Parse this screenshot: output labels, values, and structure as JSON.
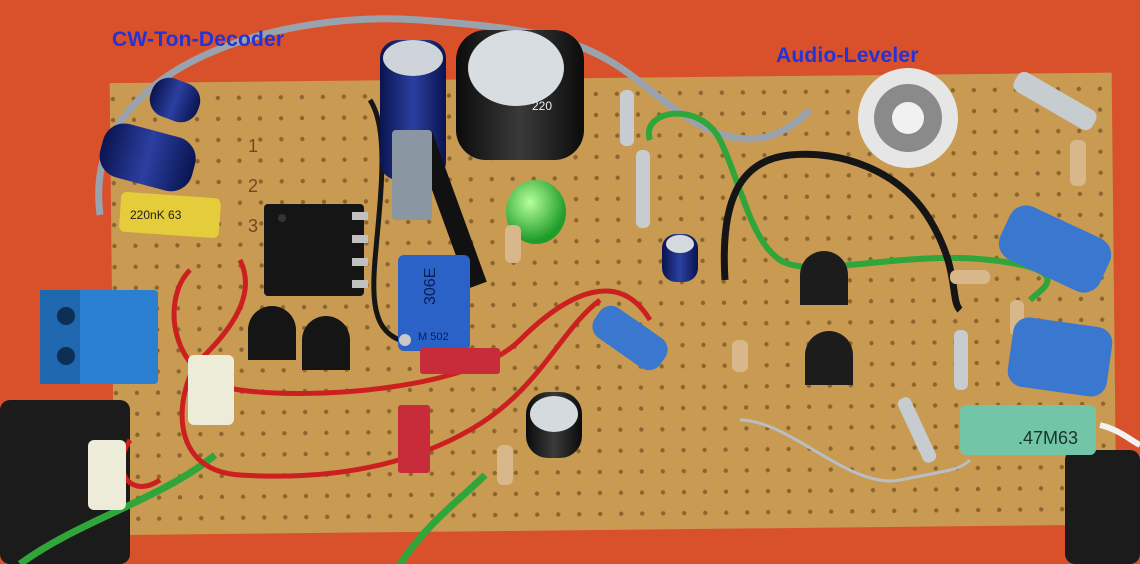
{
  "labels": {
    "left_caption": "CW-Ton-Decoder",
    "right_caption": "Audio-Leveler"
  },
  "component_markings": {
    "film_cap_left": "220nK 63",
    "trimmer": "306E",
    "trimmer_side": "M 502",
    "film_cap_right": ".47M63",
    "elko_top": "220"
  },
  "colors": {
    "background": "#d8512a",
    "board": "#c99a52",
    "caption": "#2233d8",
    "terminal": "#2a7fd0",
    "wire_red": "#cc2020",
    "wire_green": "#2fa53a",
    "wire_black": "#151515",
    "wire_gray": "#9aa3ad"
  },
  "icons": [
    "screw-terminal-icon",
    "ic-chip-icon",
    "electrolytic-capacitor-icon",
    "transistor-icon",
    "led-icon",
    "potentiometer-icon",
    "diode-icon",
    "resistor-icon"
  ]
}
